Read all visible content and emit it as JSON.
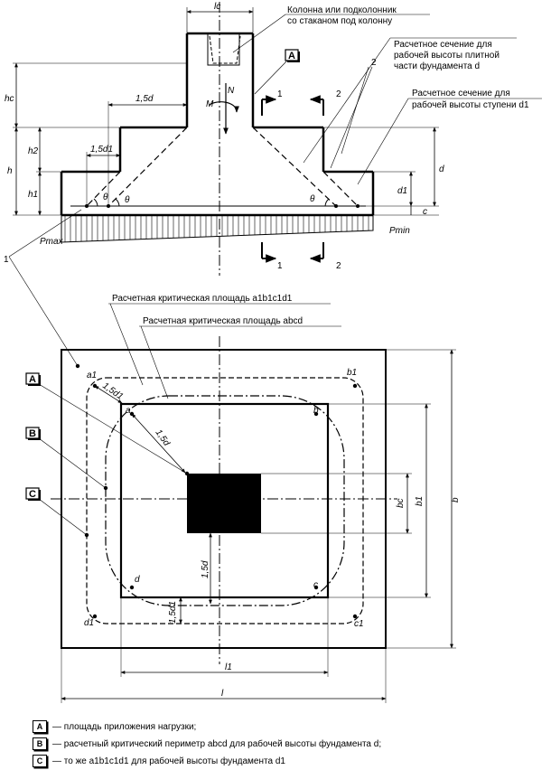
{
  "section_view": {
    "column_label": [
      "Колонна или подколонник",
      "со стаканом под колонну"
    ],
    "section_plate_label": [
      "Расчетное сечение для",
      "рабочей высоты плитной",
      "части фундамента d"
    ],
    "section_step_label": [
      "Расчетное сечение для",
      "рабочей высоты ступени d1"
    ],
    "dim_lc": "lc",
    "dim_hc": "hc",
    "dim_h": "h",
    "dim_h2": "h2",
    "dim_h1": "h1",
    "dim_15d": "1,5d",
    "dim_15d1": "1,5d1",
    "dim_d": "d",
    "dim_d1": "d1",
    "dim_c": "c",
    "force_N": "N",
    "moment_M": "M",
    "theta": "θ",
    "p_max": "Pmax",
    "p_min": "Pmin",
    "ref_1": "1",
    "ref_2": "2",
    "box_A": "A"
  },
  "plan_view": {
    "critical_area_a1": "Расчетная критическая площадь a1b1c1d1",
    "critical_area_abcd": "Расчетная критическая площадь abcd",
    "box_A": "A",
    "box_B": "B",
    "box_C": "C",
    "corner_a": "a",
    "corner_b": "b",
    "corner_c": "c",
    "corner_d": "d",
    "corner_a1": "a1",
    "corner_b1": "b1",
    "corner_c1": "c1",
    "corner_d1": "d1",
    "dim_15d": "1,5d",
    "dim_15d1": "1,5d1",
    "dim_bc": "bc",
    "dim_b1": "b1",
    "dim_b": "b",
    "dim_l1": "l1",
    "dim_l": "l"
  },
  "legend": [
    {
      "key": "A",
      "text": "— площадь приложения нагрузки;"
    },
    {
      "key": "B",
      "text": "— расчетный критический периметр abcd для рабочей высоты фундамента d;"
    },
    {
      "key": "C",
      "text": "— то же a1b1c1d1 для рабочей высоты фундамента d1"
    }
  ]
}
